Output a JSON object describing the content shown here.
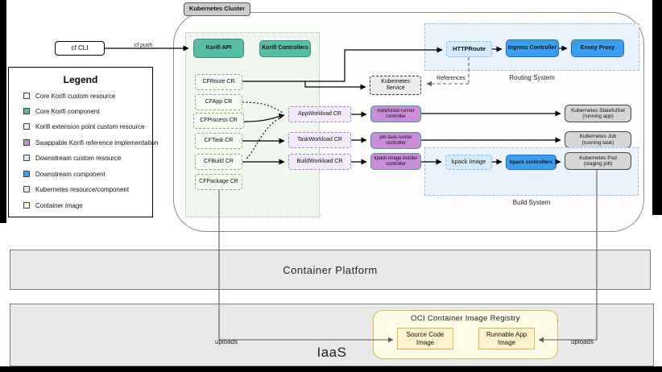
{
  "cluster": {
    "title": "Kubernetes Cluster"
  },
  "cf": {
    "cli": "cf CLI",
    "push": "cf push"
  },
  "legend": {
    "title": "Legend",
    "items": [
      {
        "label": "Core Korifi custom resource",
        "color": "#f0f7ee"
      },
      {
        "label": "Core Korifi component",
        "color": "#58bda6"
      },
      {
        "label": "Korifi extension point custom resource",
        "color": "#f4ebfa"
      },
      {
        "label": "Swappable Korifi reference implementation",
        "color": "#cb8dd9"
      },
      {
        "label": "Downstream custom resource",
        "color": "#d4e9fc"
      },
      {
        "label": "Downstream component",
        "color": "#3b9ff0"
      },
      {
        "label": "Kubernetes resource/component",
        "color": "#ebebeb"
      },
      {
        "label": "Container image",
        "color": "#fff2cc"
      }
    ]
  },
  "korifi": {
    "api": "Korifi API",
    "controllers": "Korifi Controllers",
    "crs": [
      "CFRoute CR",
      "CFApp CR",
      "CFProcess CR",
      "CFTask CR",
      "CFBuild CR",
      "CFPackage CR"
    ]
  },
  "workloads": [
    "AppWorkload CR",
    "TaskWorkload CR",
    "BuildWorkload CR"
  ],
  "impl_controllers": [
    [
      "statefulset-runner",
      "controller"
    ],
    [
      "job-task-runner",
      "controller"
    ],
    [
      "kpack-image-builder",
      "controller"
    ]
  ],
  "k8s": {
    "service": [
      "Kubernetes",
      "Service"
    ],
    "outputs": [
      [
        "Kubernetes StatefulSet",
        "(running app)"
      ],
      [
        "Kubernetes Job",
        "(running task)"
      ],
      [
        "Kubernetes Pod",
        "(staging job)"
      ]
    ]
  },
  "routing": {
    "label": "Routing System",
    "httproute": "HTTPRoute",
    "ingress": "Ingress Controller",
    "envoy": "Envoy Proxy",
    "references": "References"
  },
  "build": {
    "label": "Build System",
    "kpack_image": "kpack Image",
    "kpack_controllers": "kpack controllers"
  },
  "platform": {
    "container_platform": "Container Platform",
    "iaas": "IaaS"
  },
  "registry": {
    "title": "OCI Container Image Registry",
    "source": [
      "Source Code",
      "Image"
    ],
    "runnable": [
      "Runnable App",
      "Image"
    ],
    "uploads_left": "uploads",
    "uploads_right": "uploads"
  },
  "colors": {
    "teal": "#58bda6",
    "blue": "#3b9ff0",
    "purple": "#cb8dd9",
    "light_purple": "#f4ebfa",
    "light_blue": "#d4e9fc",
    "light_green": "#f0f7ee",
    "grey": "#d6d6d6",
    "yellow": "#fff2cc",
    "line": "#000000",
    "upload_line": "#5c5c5c"
  }
}
